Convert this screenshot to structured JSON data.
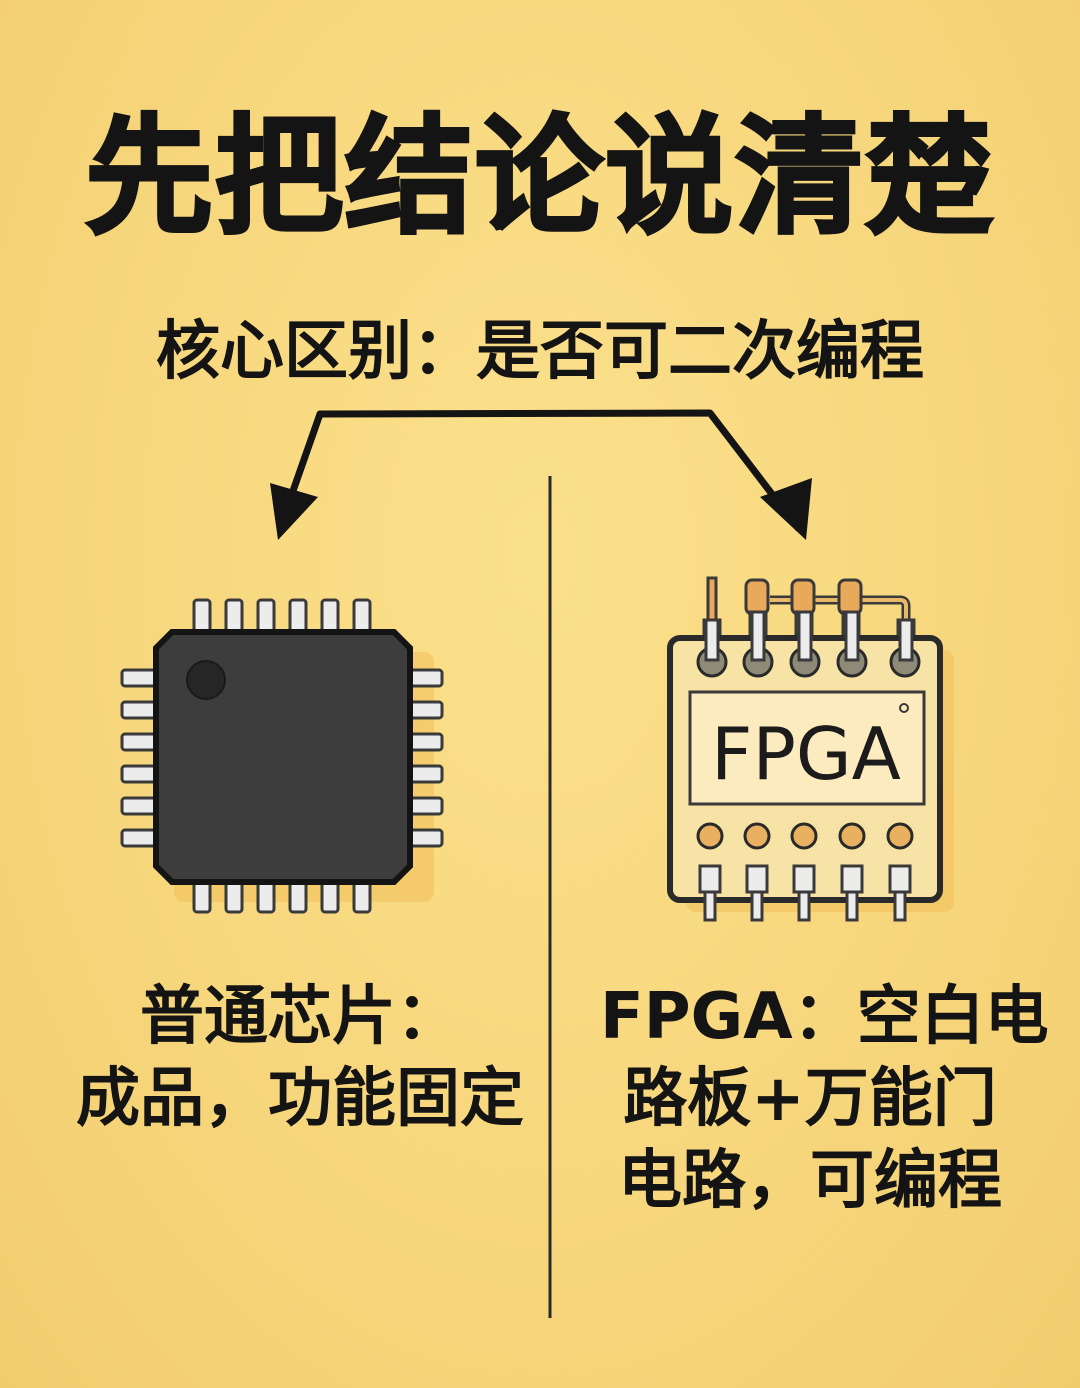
{
  "title": "先把结论说清楚",
  "subtitle": "核心区别：是否可二次编程",
  "left": {
    "icon": "microchip-qfp-icon",
    "caption_lines": [
      "普通芯片：",
      "成品，功能固定"
    ]
  },
  "right": {
    "icon": "fpga-chip-icon",
    "chip_label": "FPGA",
    "caption_lines": [
      "FPGA：空白电",
      "路板+万能门",
      "电路，可编程"
    ]
  },
  "colors": {
    "background": "#f7d77d",
    "ink": "#141414",
    "chip_body": "#3c3c3c",
    "fpga_body": "#f8e3a6",
    "fpga_accent": "#e9a95a",
    "pin": "#ececec"
  }
}
